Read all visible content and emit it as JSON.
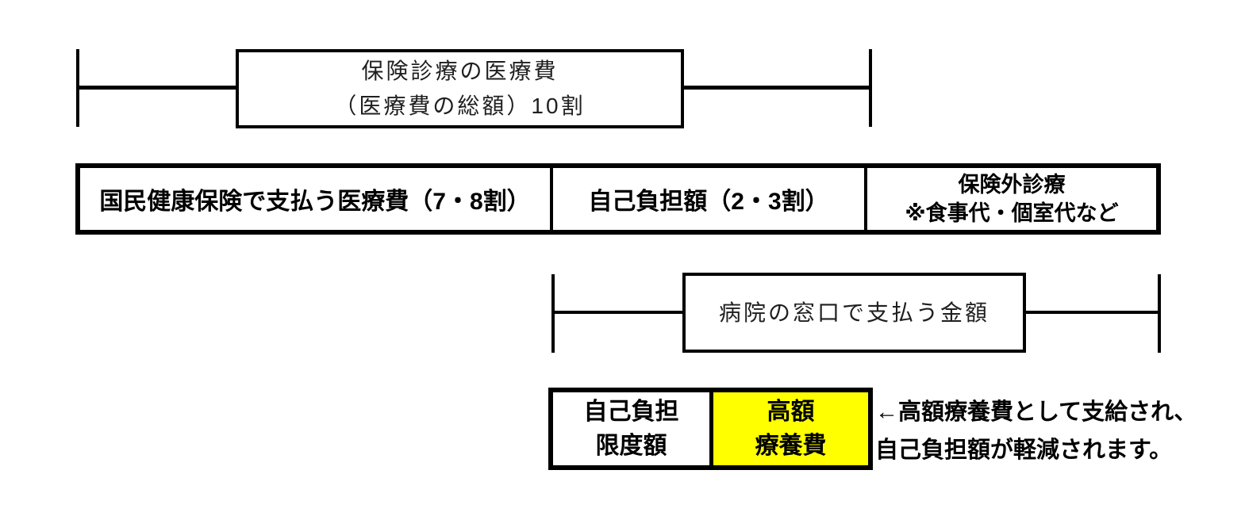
{
  "diagram": {
    "title_meaning": "医療費の内訳図",
    "top_bracket": {
      "line1": "保険診療の医療費",
      "line2": "（医療費の総額）10割"
    },
    "main_row": {
      "cell1": {
        "label": "国民健康保険で支払う医療費（7・8割）"
      },
      "cell2": {
        "label": "自己負担額（2・3割）"
      },
      "cell3": {
        "line1": "保険外診療",
        "line2": "※食事代・個室代など"
      }
    },
    "window_bracket": {
      "label": "病院の窓口で支払う金額"
    },
    "bottom_row": {
      "left_cell": {
        "line1": "自己負担",
        "line2": "限度額"
      },
      "right_cell": {
        "line1": "高額",
        "line2": "療養費"
      }
    },
    "annotation": {
      "line1": "←高額療養費として支給され、",
      "line2": "自己負担額が軽減されます。"
    }
  },
  "colors": {
    "line": "#000000",
    "highlight": "#FFFF00",
    "background": "#FFFFFF",
    "text": "#000000"
  }
}
